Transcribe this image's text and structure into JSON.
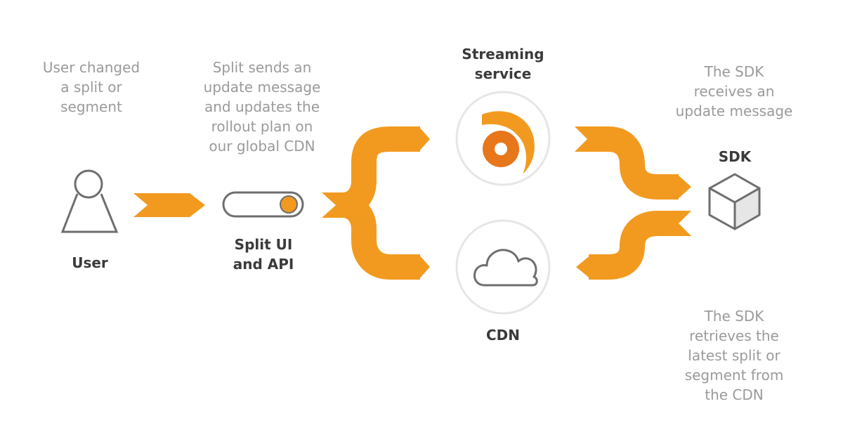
{
  "colors": {
    "orange": "#f29a1f",
    "dark_orange": "#e8761a",
    "icon_stroke": "#6e6e6e",
    "circle_stroke": "#e6e6e6",
    "caption_text": "#9a9a9a",
    "label_text": "#3a3a3a"
  },
  "steps": {
    "user": {
      "caption": [
        "User changed",
        "a split or",
        "segment"
      ],
      "label": [
        "User"
      ],
      "icon": "user-icon"
    },
    "split": {
      "caption": [
        "Split sends an",
        "update message",
        "and updates the",
        "rollout plan on",
        "our global CDN"
      ],
      "label": [
        "Split UI",
        "and API"
      ],
      "icon": "toggle-icon"
    },
    "streaming": {
      "label": [
        "Streaming",
        "service"
      ],
      "icon": "streaming-logo-icon"
    },
    "cdn": {
      "label": [
        "CDN"
      ],
      "icon": "cloud-icon"
    },
    "sdk": {
      "label": [
        "SDK"
      ],
      "caption_top": [
        "The SDK",
        "receives an",
        "update message"
      ],
      "caption_bottom": [
        "The SDK",
        "retrieves the",
        "latest split or",
        "segment from",
        "the CDN"
      ],
      "icon": "cube-icon"
    }
  }
}
